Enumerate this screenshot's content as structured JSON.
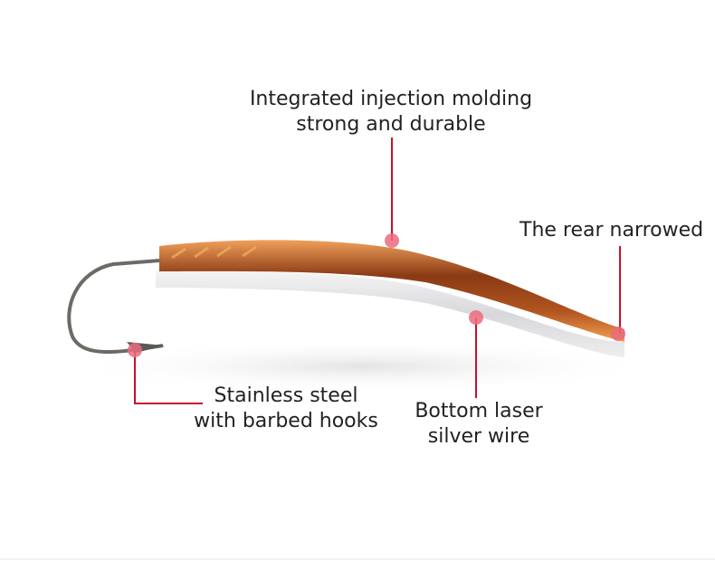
{
  "colors": {
    "callout_line": "#c8102e",
    "callout_dot": "#ea6b7c",
    "body_orange": "#d9772a",
    "text": "#222222"
  },
  "callouts": {
    "top": {
      "line1": "Integrated injection molding",
      "line2": "strong and durable"
    },
    "rear": {
      "line1": "The rear narrowed"
    },
    "hook": {
      "line1": "Stainless steel",
      "line2": "with barbed hooks"
    },
    "bottom": {
      "line1": "Bottom laser",
      "line2": "silver wire"
    }
  }
}
